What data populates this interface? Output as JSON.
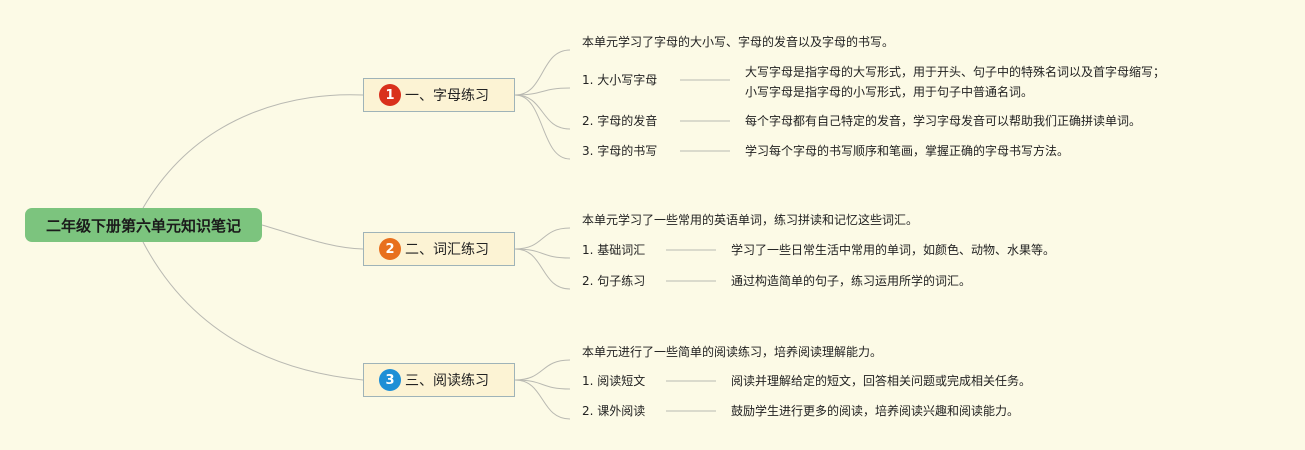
{
  "root": {
    "label": "二年级下册第六单元知识笔记"
  },
  "colors": {
    "background": "#fcfae6",
    "root_fill": "#7cc47e",
    "topic_fill": "#fcf3d4",
    "topic_border": "#9fb3b8",
    "connector": "#b9b9b2"
  },
  "topics": [
    {
      "badge": "1",
      "badge_color": "#d9301c",
      "label": "一、字母练习",
      "summary": "本单元学习了字母的大小写、字母的发音以及字母的书写。",
      "items": [
        {
          "label": "1. 大小写字母",
          "desc": "大写字母是指字母的大写形式，用于开头、句子中的特殊名词以及首字母缩写；\n小写字母是指字母的小写形式，用于句子中普通名词。"
        },
        {
          "label": "2. 字母的发音",
          "desc": "每个字母都有自己特定的发音，学习字母发音可以帮助我们正确拼读单词。"
        },
        {
          "label": "3. 字母的书写",
          "desc": "学习每个字母的书写顺序和笔画，掌握正确的字母书写方法。"
        }
      ]
    },
    {
      "badge": "2",
      "badge_color": "#e8701e",
      "label": "二、词汇练习",
      "summary": "本单元学习了一些常用的英语单词，练习拼读和记忆这些词汇。",
      "items": [
        {
          "label": "1. 基础词汇",
          "desc": "学习了一些日常生活中常用的单词，如颜色、动物、水果等。"
        },
        {
          "label": "2. 句子练习",
          "desc": "通过构造简单的句子，练习运用所学的词汇。"
        }
      ]
    },
    {
      "badge": "3",
      "badge_color": "#1e8fd6",
      "label": "三、阅读练习",
      "summary": "本单元进行了一些简单的阅读练习，培养阅读理解能力。",
      "items": [
        {
          "label": "1. 阅读短文",
          "desc": "阅读并理解给定的短文，回答相关问题或完成相关任务。"
        },
        {
          "label": "2. 课外阅读",
          "desc": "鼓励学生进行更多的阅读，培养阅读兴趣和阅读能力。"
        }
      ]
    }
  ]
}
